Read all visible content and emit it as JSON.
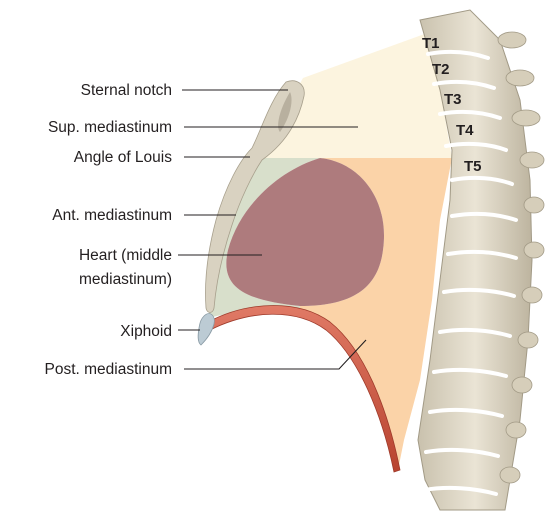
{
  "labels": {
    "sternal_notch": "Sternal notch",
    "sup_mediastinum": "Sup. mediastinum",
    "angle_of_louis": "Angle of Louis",
    "ant_mediastinum": "Ant. mediastinum",
    "heart_line1": "Heart (middle",
    "heart_line2": "mediastinum)",
    "xiphoid": "Xiphoid",
    "post_mediastinum": "Post. mediastinum"
  },
  "vertebrae": [
    "T1",
    "T2",
    "T3",
    "T4",
    "T5"
  ],
  "colors": {
    "superior_region": "#fcf4df",
    "anterior_region": "#d8dfcb",
    "posterior_region": "#fbd3a8",
    "heart": "#ae7b7d",
    "diaphragm": "#c9513f",
    "bone": "#e3dccb",
    "sternum": "#d9d2c1",
    "xiphoid": "#bccbd4",
    "text": "#231f20"
  }
}
